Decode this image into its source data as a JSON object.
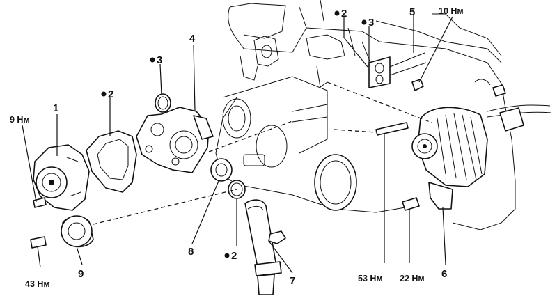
{
  "labels": {
    "p1": "1",
    "p2a": "2",
    "p3a": "3",
    "p4": "4",
    "p2b": "2",
    "p3b": "3",
    "p5": "5",
    "p6": "6",
    "p7": "7",
    "p8": "8",
    "p9": "9",
    "p2c": "2"
  },
  "torques": {
    "t9": "9 Нм",
    "t10": "10 Нм",
    "t43": "43 Нм",
    "t53": "53 Нм",
    "t22": "22 Нм"
  }
}
